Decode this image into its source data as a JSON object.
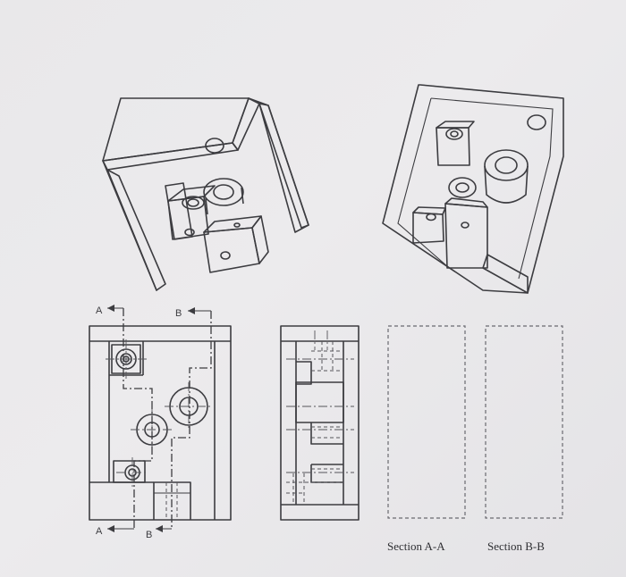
{
  "cutting_planes": {
    "a_top": "A",
    "a_bottom": "A",
    "b_top": "B",
    "b_bottom": "B"
  },
  "captions": {
    "section_aa": "Section A-A",
    "section_bb": "Section B-B"
  }
}
